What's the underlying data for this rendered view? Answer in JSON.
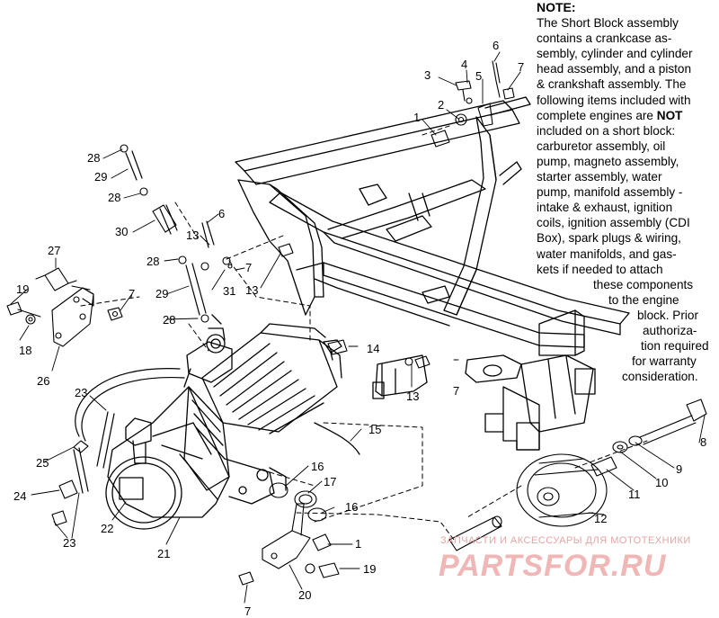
{
  "note": {
    "heading": "NOTE:",
    "lines_top": [
      "The Short Block assembly",
      "contains a crankcase as-",
      "sembly, cylinder and cylinder",
      "head assembly, and a piston",
      "& crankshaft assembly.  The",
      "following items included with"
    ],
    "line_not_pre": "complete engines are ",
    "line_not_bold": "NOT",
    "lines_bottom": [
      "included on a short block:",
      "carburetor assembly, oil",
      "pump, magneto assembly,",
      "starter assembly, water",
      "pump, manifold assembly -",
      "intake & exhaust, ignition",
      "coils, ignition assembly (CDI",
      "Box), spark plugs & wiring,",
      "water manifolds, and gas-",
      "kets if needed to attach"
    ],
    "lines_indented": [
      "these components",
      "to the engine",
      "block.  Prior",
      "authoriza-",
      "tion required",
      "for warranty",
      "consideration."
    ]
  },
  "callouts": {
    "c1a": "1",
    "c2": "2",
    "c3": "3",
    "c4": "4",
    "c5": "5",
    "c6a": "6",
    "c7a": "7",
    "c28a": "28",
    "c29a": "29",
    "c28b": "28",
    "c30": "30",
    "c6b": "6",
    "c13a": "13",
    "c28c": "28",
    "c7b": "7",
    "c13b": "13",
    "c31": "31",
    "c27": "27",
    "c19a": "19",
    "c7c": "7",
    "c18": "18",
    "c29b": "29",
    "c28d": "28",
    "c26": "26",
    "c14": "14",
    "c13c": "13",
    "c7d": "7",
    "c23a": "23",
    "c15": "15",
    "c25": "25",
    "c16a": "16",
    "c17": "17",
    "c24": "24",
    "c22": "22",
    "c16b": "16",
    "c23b": "23",
    "c21": "21",
    "c1b": "1",
    "c19b": "19",
    "c20": "20",
    "c7e": "7",
    "c8": "8",
    "c9": "9",
    "c10": "10",
    "c11": "11",
    "c12": "12"
  },
  "watermark": {
    "subtitle": "ЗАПЧАСТИ И АКСЕССУАРЫ ДЛЯ МОТОТЕХНИКИ",
    "brand": "PARTSFOR.RU"
  },
  "colors": {
    "ink": "#000000",
    "background": "#ffffff",
    "watermark": "#f0b7b7"
  }
}
